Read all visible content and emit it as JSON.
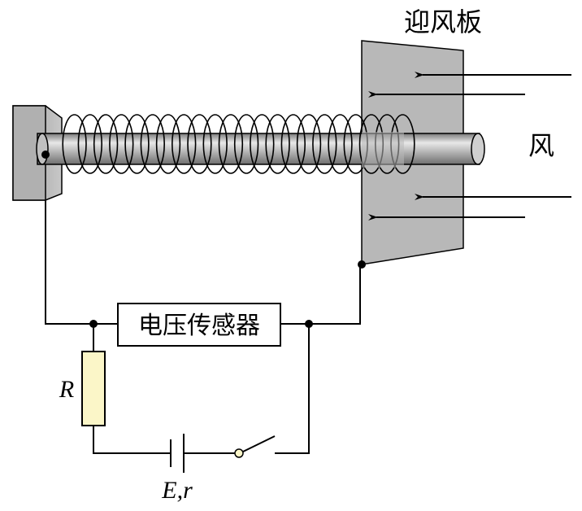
{
  "labels": {
    "board": "迎风板",
    "wind": "风",
    "sensor": "电压传感器",
    "resistor": "R",
    "source": "E,r"
  },
  "colors": {
    "plate": "#b8b8b8",
    "rod": "#a9a9a9",
    "resistor_fill": "#fbf6c8",
    "wire": "#000000"
  }
}
